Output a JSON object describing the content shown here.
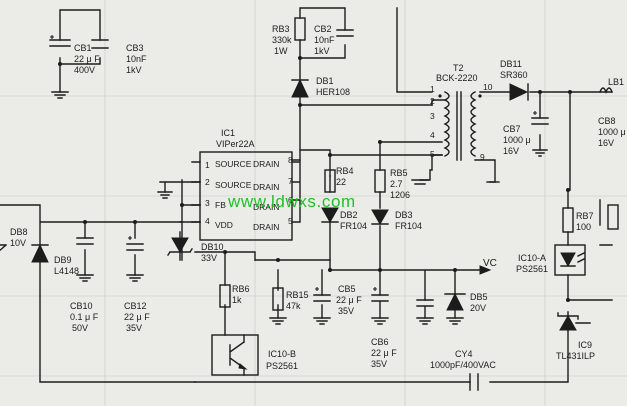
{
  "watermark": "www.ldwxs.com",
  "ic1": {
    "ref": "IC1",
    "part": "VIPer22A",
    "pins": [
      "SOURCE",
      "SOURCE",
      "FB",
      "VDD",
      "DRAIN",
      "DRAIN",
      "DRAIN",
      "DRAIN"
    ],
    "pin_numbers": [
      "1",
      "2",
      "3",
      "4",
      "8",
      "7",
      "6",
      "5"
    ]
  },
  "transformer": {
    "ref": "T2",
    "part": "BCK-2220",
    "pin_numbers": [
      "1",
      "2",
      "3",
      "4",
      "5",
      "10",
      "9"
    ]
  },
  "components": {
    "cb1": [
      "CB1",
      "22 μ F",
      "400V"
    ],
    "cb3": [
      "CB3",
      "10nF",
      "1kV"
    ],
    "rb3": [
      "RB3",
      "330k",
      "1W"
    ],
    "cb2": [
      "CB2",
      "10nF",
      "1kV"
    ],
    "db1": [
      "DB1",
      "HER108"
    ],
    "db11": [
      "DB11",
      "SR360"
    ],
    "lb1": [
      "LB1"
    ],
    "cb7": [
      "CB7",
      "1000 μ",
      "16V"
    ],
    "cb8": [
      "CB8",
      "1000 μ",
      "16V"
    ],
    "rb4": [
      "RB4",
      "22"
    ],
    "rb5": [
      "RB5",
      "2.7",
      "1206"
    ],
    "db2": [
      "DB2",
      "FR104"
    ],
    "db3": [
      "DB3",
      "FR104"
    ],
    "db8": [
      "DB8",
      "10V"
    ],
    "db9": [
      "DB9",
      "L4148"
    ],
    "db10": [
      "DB10",
      "33V"
    ],
    "cb10": [
      "CB10",
      "0.1 μ F",
      "50V"
    ],
    "cb12": [
      "CB12",
      "22 μ F",
      "35V"
    ],
    "rb6": [
      "RB6",
      "1k"
    ],
    "rb15": [
      "RB15",
      "47k"
    ],
    "cb5": [
      "CB5",
      "22 μ F",
      "35V"
    ],
    "cb6": [
      "CB6",
      "22 μ F",
      "35V"
    ],
    "db5": [
      "DB5",
      "20V"
    ],
    "rb7": [
      "RB7",
      "100"
    ],
    "ic10a": [
      "IC10-A",
      "PS2561"
    ],
    "ic10b": [
      "IC10-B",
      "PS2561"
    ],
    "ic9": [
      "IC9",
      "TL431ILP"
    ],
    "cy4": [
      "CY4",
      "1000pF/400VAC"
    ]
  },
  "net_labels": {
    "vc": "VC"
  },
  "colors": {
    "paper": "#ebebe8",
    "ink": "#1c1c1c",
    "watermark": "#22c02a"
  }
}
